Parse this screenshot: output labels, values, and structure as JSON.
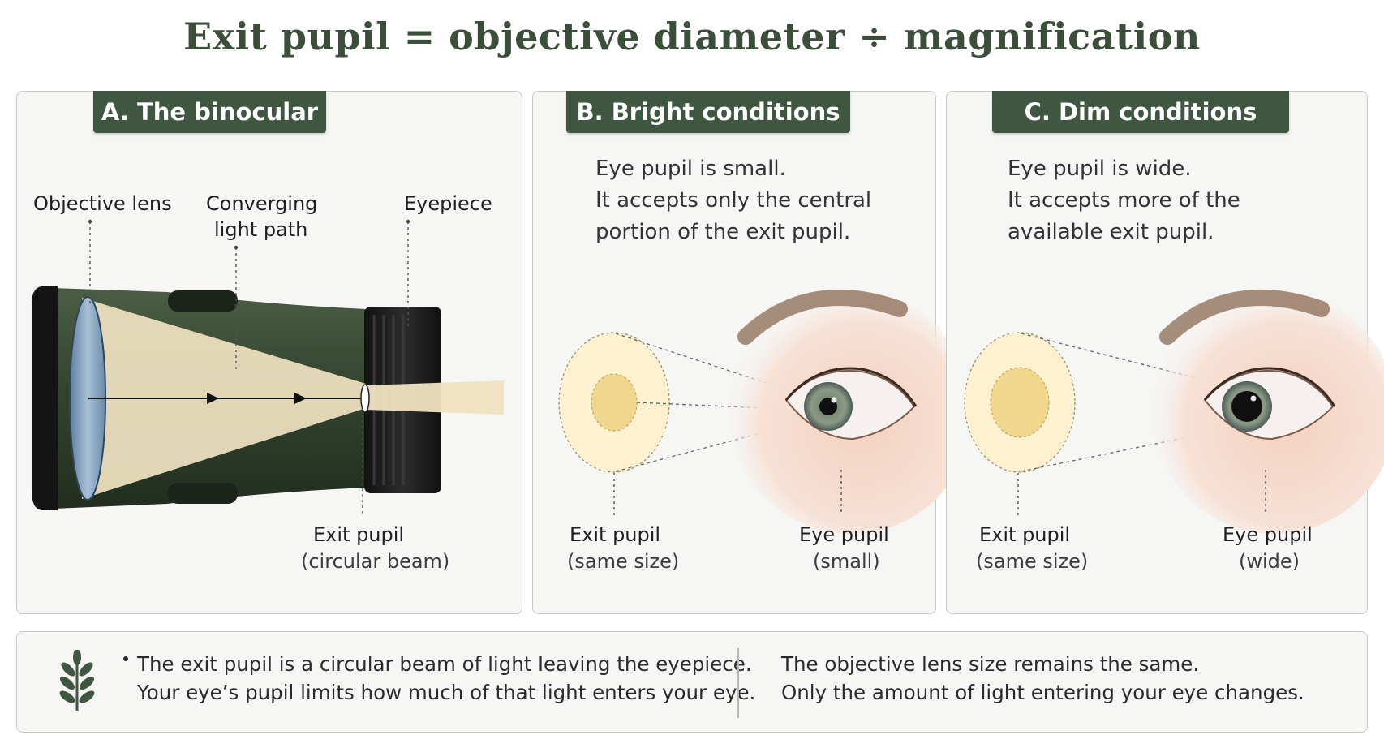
{
  "title": "Exit pupil = objective diameter ÷ magnification",
  "panel_a": {
    "tab": "A. The binocular",
    "objective_label": "Objective lens",
    "path_label_1": "Converging",
    "path_label_2": "light path",
    "eyepiece_label": "Eyepiece",
    "exit_label": "Exit pupil",
    "exit_sub": "(circular beam)"
  },
  "panel_b": {
    "tab": "B. Bright conditions",
    "desc": [
      "Eye pupil is small.",
      "It accepts only the central",
      "portion of the exit pupil."
    ],
    "exit_label": "Exit pupil",
    "exit_sub": "(same size)",
    "eye_label": "Eye pupil",
    "eye_sub": "(small)"
  },
  "panel_c": {
    "tab": "C. Dim conditions",
    "desc": [
      "Eye pupil is wide.",
      "It accepts more of the",
      "available exit pupil."
    ],
    "exit_label": "Exit pupil",
    "exit_sub": "(same size)",
    "eye_label": "Eye pupil",
    "eye_sub": "(wide)"
  },
  "footer": {
    "left": [
      "The exit pupil is a circular beam of light leaving the eyepiece.",
      "Your eye’s pupil limits how much of that light enters your eye."
    ],
    "right": [
      "The objective lens size remains the same.",
      "Only the amount of light entering your eye changes."
    ]
  },
  "colors": {
    "accent_green": "#3f5740",
    "binocular_body": "#34452f",
    "light_beam": "#f0e3c2",
    "exit_pupil_fill": "#fdf1cf",
    "pupil_core": "#f1d78d"
  },
  "icons": [
    "leaf-sprig-icon"
  ]
}
